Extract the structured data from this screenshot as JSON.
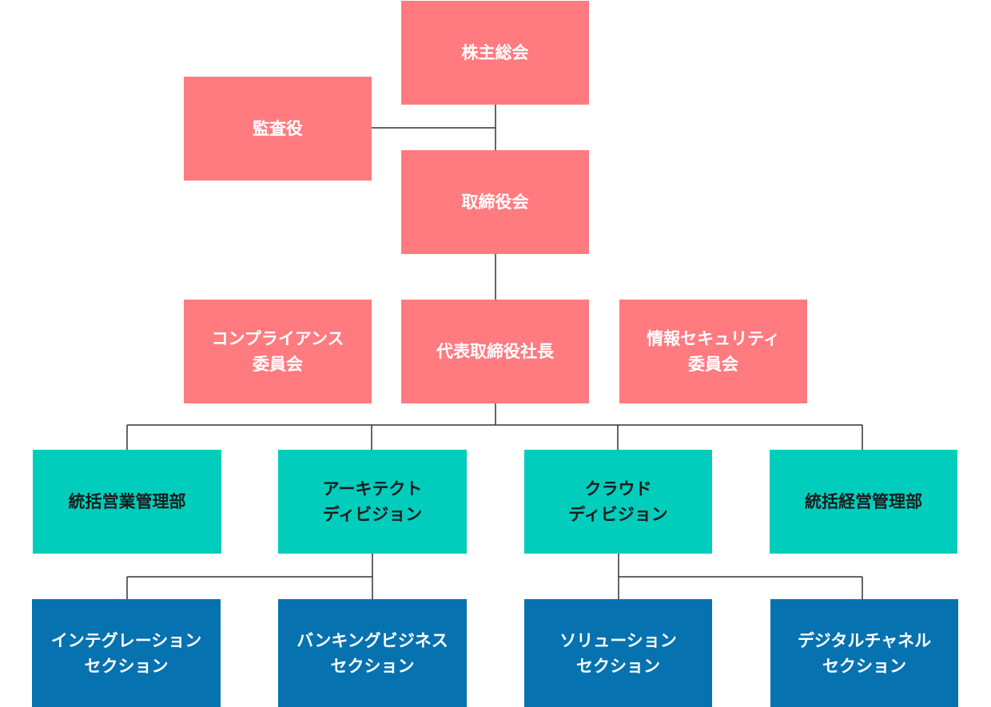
{
  "org": {
    "shareholders": "株主総会",
    "auditor": "監査役",
    "board": "取締役会",
    "compliance": "コンプライアンス\n委員会",
    "ceo": "代表取締役社長",
    "security": "情報セキュリティ\n委員会",
    "sales": "統括営業管理部",
    "architect": "アーキテクト\nディビジョン",
    "cloud": "クラウド\nディビジョン",
    "management": "統括経営管理部",
    "integration": "インテグレーション\nセクション",
    "banking": "バンキングビジネス\nセクション",
    "solution": "ソリューション\nセクション",
    "digital": "デジタルチャネル\nセクション"
  },
  "colors": {
    "governance": "#ff7b80",
    "division": "#00cdbc",
    "section": "#0672b0",
    "connector": "#333333"
  }
}
